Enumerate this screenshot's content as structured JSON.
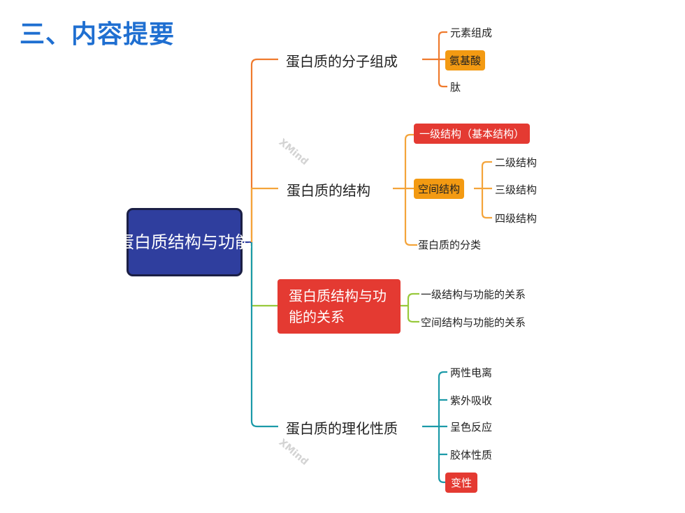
{
  "heading": "三、内容提要",
  "root": "蛋白质结构与功能",
  "watermark": "XMind",
  "branches": {
    "b1": {
      "label": "蛋白质的分子组成",
      "children": [
        "元素组成",
        "氨基酸",
        "肽"
      ]
    },
    "b2": {
      "label": "蛋白质的结构",
      "children": [
        "一级结构（基本结构）",
        "空间结构",
        "蛋白质的分类"
      ],
      "sub": [
        "二级结构",
        "三级结构",
        "四级结构"
      ]
    },
    "b3": {
      "label": "蛋白质结构与功能的关系",
      "children": [
        "一级结构与功能的关系",
        "空间结构与功能的关系"
      ]
    },
    "b4": {
      "label": "蛋白质的理化性质",
      "children": [
        "两性电离",
        "紫外吸收",
        "呈色反应",
        "胶体性质",
        "变性"
      ]
    }
  },
  "colors": {
    "root": "#2f3e9e",
    "b1": "#ef7a2d",
    "b2": "#f4a43a",
    "b3": "#98c93c",
    "b4": "#1b9aa8",
    "orange_box": "#f39a12",
    "red_box": "#e43a32"
  }
}
